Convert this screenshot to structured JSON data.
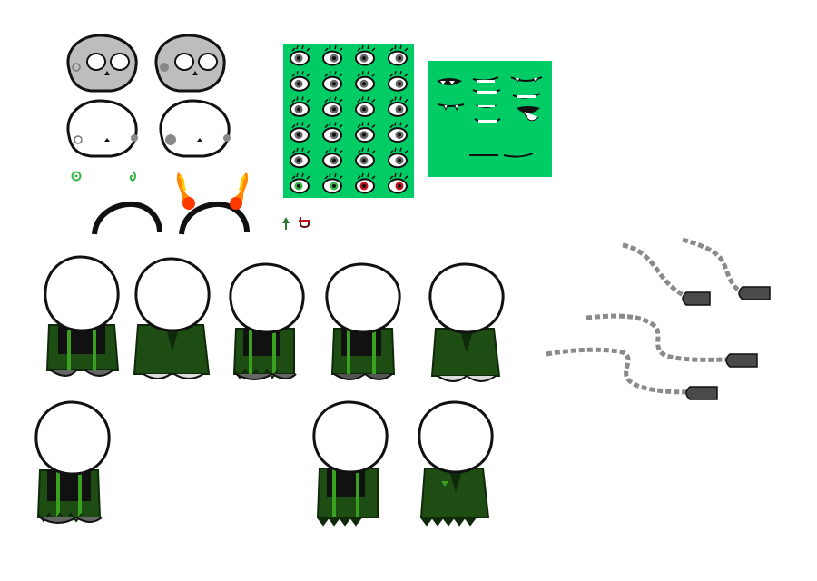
{
  "sheet": {
    "background": "#ffffff",
    "panel_color": "#00cc66",
    "suit_color": "#1e4d14",
    "suit_dark": "#0f2a0a",
    "suspender_color": "#3aa020",
    "bowtie_color": "#d41010",
    "horn_orange": "#ff8800",
    "horn_yellow": "#ffcc00",
    "chain_color": "#8a8a8a",
    "cuff_color": "#4a4a4a",
    "skull_color": "#bdbdbd"
  },
  "sections": {
    "skull_heads": {
      "count": 2,
      "icon": "skull-icon"
    },
    "blank_heads": {
      "count": 2,
      "icon": "bald-head-icon"
    },
    "eyes_panel": {
      "rows": 6,
      "cols": 4,
      "tint_rows": [
        "plain",
        "plain",
        "plain",
        "plain",
        "plain",
        "colored"
      ],
      "last_row_iris_colors": [
        "#39b54a",
        "#39b54a",
        "#c1121f",
        "#c1121f"
      ]
    },
    "mouths_panel": {
      "icon": "mouth-icon",
      "mouth_types": [
        "fanged-open",
        "smirk-teeth",
        "grin-teeth",
        "fanged-grin",
        "smile-teeth",
        "open-tongue",
        "grin-small",
        "flat-line",
        "flat-line"
      ]
    },
    "small_symbols": [
      "green-swirl-icon",
      "green-swirl-icon",
      "green-arrow-icon",
      "red-symbol-icon"
    ],
    "hair_pieces": [
      "hair-arc-icon",
      "horned-hair-icon"
    ],
    "bodies_row1": {
      "count": 5,
      "poses": [
        "front-suspenders",
        "front-jacket",
        "side-ragged",
        "side-suspenders",
        "front-jacket-buttons"
      ]
    },
    "bodies_row2": {
      "count": 3,
      "poses": [
        "front-ragged",
        "side-shackle",
        "front-jacket-shackle"
      ]
    },
    "chains": {
      "count": 4,
      "icon": "chain-shackle-icon"
    }
  }
}
